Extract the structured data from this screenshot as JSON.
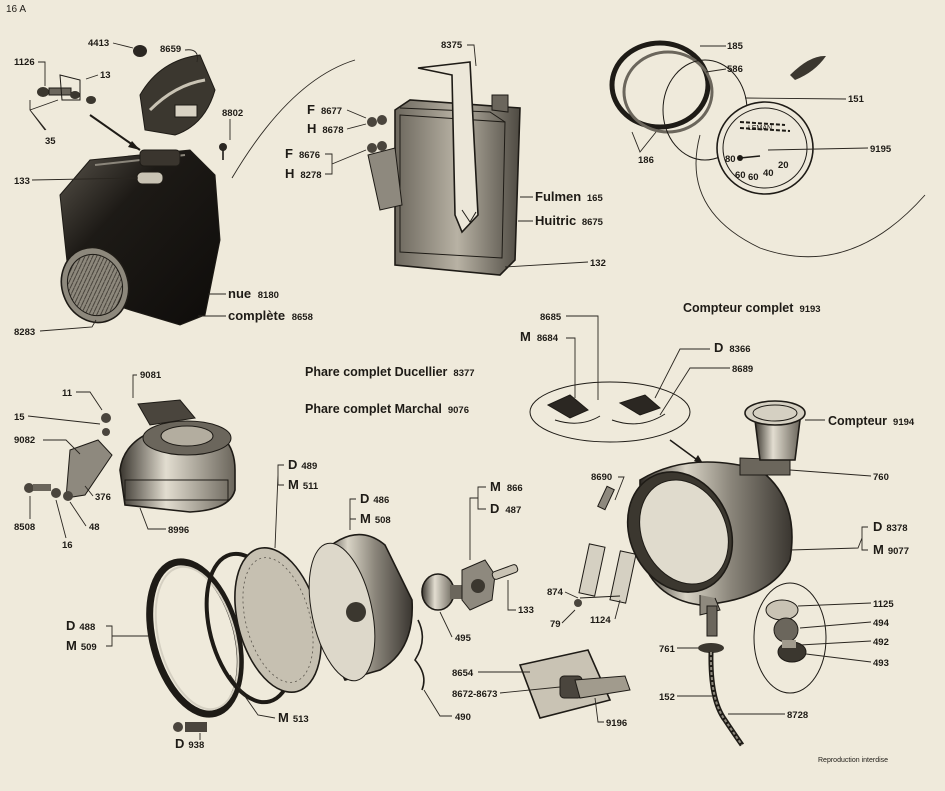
{
  "page": {
    "number": "16 A",
    "footer": "Reproduction interdise"
  },
  "titles": {
    "phare_ducellier": {
      "text": "Phare complet  Ducellier",
      "code": "8377"
    },
    "phare_marchal": {
      "text": "Phare complet  Marchal",
      "code": "9076"
    },
    "compteur_complet": {
      "text": "Compteur  complet",
      "code": "9193"
    },
    "compteur": {
      "text": "Compteur",
      "code": "9194"
    }
  },
  "battery_labels": {
    "fulmen": {
      "text": "Fulmen",
      "code": "165"
    },
    "huitric": {
      "text": "Huitric",
      "code": "8675"
    }
  },
  "tail_labels": {
    "nue": {
      "text": "nue",
      "code": "8180"
    },
    "complete": {
      "text": "complète",
      "code": "8658"
    }
  },
  "callouts": {
    "c4413": "4413",
    "c8659": "8659",
    "c1126": "1126",
    "c13": "13",
    "c35": "35",
    "c8802": "8802",
    "c133a": "133",
    "c8283": "8283",
    "c8375": "8375",
    "f8677": "8677",
    "h8678": "8678",
    "f8676": "8676",
    "h8278": "8278",
    "c132": "132",
    "c185": "185",
    "c586": "586",
    "c151": "151",
    "c186": "186",
    "c9195": "9195",
    "c8685": "8685",
    "m8684": "8684",
    "d8366": "8366",
    "c8689": "8689",
    "c760": "760",
    "d8378": "8378",
    "m9077": "9077",
    "c1125": "1125",
    "c494": "494",
    "c492": "492",
    "c493": "493",
    "c761": "761",
    "c152": "152",
    "c8728": "8728",
    "c8690": "8690",
    "c874": "874",
    "c79": "79",
    "c1124": "1124",
    "c8654": "8654",
    "c8672": "8672-8673",
    "c9196": "9196",
    "m866": "866",
    "d487": "487",
    "c133b": "133",
    "c495": "495",
    "c490": "490",
    "d486": "486",
    "m508": "508",
    "d489": "489",
    "m511": "511",
    "d488": "488",
    "m509": "509",
    "m513": "513",
    "d938": "938",
    "c11": "11",
    "c15": "15",
    "c9081": "9081",
    "c9082": "9082",
    "c376": "376",
    "c8508": "8508",
    "c16": "16",
    "c48": "48",
    "c8996": "8996"
  },
  "prefixes": {
    "F": "F",
    "H": "H",
    "M": "M",
    "D": "D"
  },
  "speedo_face": {
    "top": "LEMAN",
    "n1": "60",
    "n2": "40",
    "n3": "20",
    "n4": "80",
    "n5": "60"
  }
}
